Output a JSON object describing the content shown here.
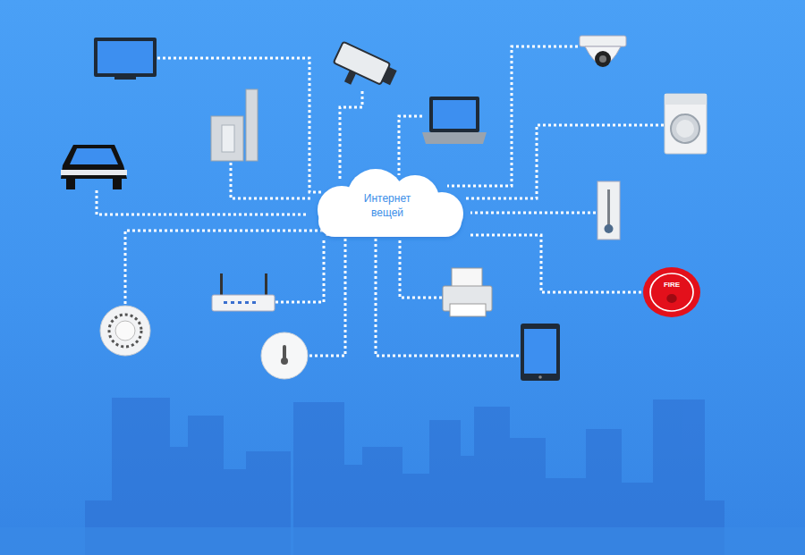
{
  "diagram": {
    "nodes": [
      {
        "text": [
          "Интернет вещей"
        ]
      },
      {
        "text": [
          "FIRE"
        ]
      }
    ],
    "edges": [
      {
        "from": 0,
        "to": 1,
        "arrow": "none"
      }
    ]
  }
}
